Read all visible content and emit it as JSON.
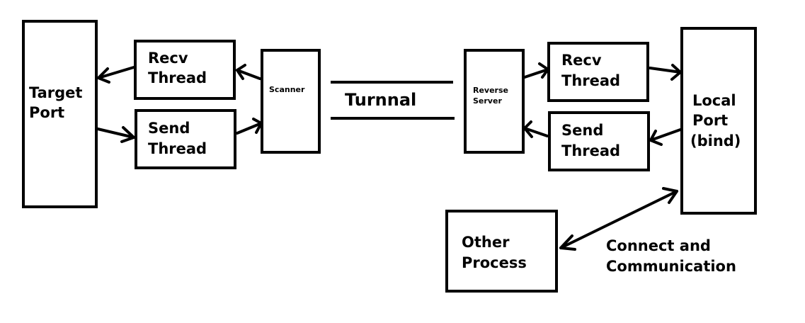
{
  "colors": {
    "stroke": "#000000",
    "background": "#ffffff"
  },
  "nodes": {
    "target_port": [
      "Target",
      "Port"
    ],
    "recv_thread_left": [
      "Recv",
      "Thread"
    ],
    "send_thread_left": [
      "Send",
      "Thread"
    ],
    "scanner": [
      "Scanner"
    ],
    "reverse_server": [
      "Reverse",
      "Server"
    ],
    "recv_thread_right": [
      "Recv",
      "Thread"
    ],
    "send_thread_right": [
      "Send",
      "Thread"
    ],
    "local_port": [
      "Local",
      "Port",
      "(bind)"
    ],
    "other_process": [
      "Other",
      "Process"
    ]
  },
  "labels": {
    "tunnel": "Turnnal",
    "connect": [
      "Connect and",
      "Communication"
    ]
  }
}
